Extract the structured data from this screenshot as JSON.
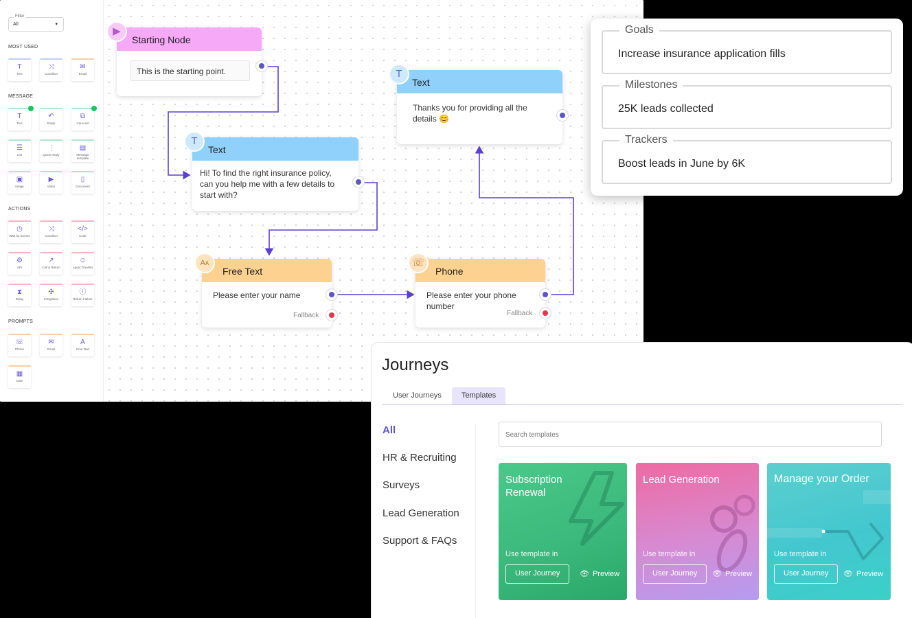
{
  "sidebar": {
    "filter": {
      "label": "Filter",
      "value": "All"
    },
    "sections": {
      "most_used": "MOST USED",
      "message": "MESSAGE",
      "actions": "ACTIONS",
      "prompts": "PROMPTS"
    },
    "tiles": {
      "mu_text": "Text",
      "mu_condition": "Condition",
      "mu_email": "Email",
      "msg_text": "Text",
      "msg_reply": "Reply",
      "msg_carousel": "Carousel",
      "msg_list": "List",
      "msg_quick_reply": "Quick Reply",
      "msg_template": "Message template",
      "msg_image": "Image",
      "msg_video": "Video",
      "msg_document": "Document",
      "act_wait": "Wait for Events",
      "act_condition": "Condition",
      "act_code": "Code",
      "act_api": "API",
      "act_call_return": "Call & Return",
      "act_agent_transfer": "Agent Transfer",
      "act_delay": "Delay",
      "act_integration": "Integration",
      "act_return_failure": "Return Failure",
      "prm_phone": "Phone",
      "prm_email": "Email",
      "prm_free_text": "Free Text",
      "prm_date": "Date"
    },
    "icons": {
      "text": "T",
      "condition": "⤨",
      "email": "✉",
      "reply": "↶",
      "carousel": "⧉",
      "list": "☰",
      "quick_reply": "⋮",
      "template": "▤",
      "image": "▣",
      "video": "▶",
      "document": "▯",
      "wait": "◷",
      "code": "</>",
      "api": "⚙",
      "call_return": "↗",
      "agent": "☺",
      "delay": "⧗",
      "integration": "✣",
      "failure": "ⓘ",
      "phone": "☏",
      "free_text": "A",
      "date": "▦"
    }
  },
  "flow": {
    "starting_node": {
      "title": "Starting Node",
      "text": "This is the starting point."
    },
    "text_node_1": {
      "title": "Text",
      "text_lines": [
        "Hi! To find the right insurance policy,",
        "can you help me with a few details to",
        "start with?"
      ]
    },
    "free_text_node": {
      "title": "Free Text",
      "text": "Please enter your name",
      "fallback": "Fallback"
    },
    "phone_node": {
      "title": "Phone",
      "text_lines": [
        "Please enter your phone",
        "number"
      ],
      "fallback": "Fallback"
    },
    "text_node_2": {
      "title": "Text",
      "text_lines": [
        "Thanks you for providing all the",
        "details 😊"
      ]
    },
    "icons": {
      "start": "▶",
      "text": "T",
      "free_text": "Aᴀ",
      "phone": "☏"
    }
  },
  "goals_panel": {
    "goals": {
      "legend": "Goals",
      "value": "Increase insurance application fills"
    },
    "milestones": {
      "legend": "Milestones",
      "value": "25K leads collected"
    },
    "trackers": {
      "legend": "Trackers",
      "value": "Boost leads in June by 6K"
    }
  },
  "journeys": {
    "title": "Journeys",
    "tabs": [
      "User Journeys",
      "Templates"
    ],
    "active_tab": "Templates",
    "categories": [
      "All",
      "HR & Recruiting",
      "Surveys",
      "Lead Generation",
      "Support & FAQs"
    ],
    "active_category": "All",
    "search_placeholder": "Search templates",
    "cards": [
      {
        "title": "Subscription Renewal",
        "use_label": "Use template in",
        "button": "User Journey",
        "preview": "Preview",
        "color": "#3dba7e"
      },
      {
        "title": "Lead Generation",
        "use_label": "Use template in",
        "button": "User Journey",
        "preview": "Preview",
        "color": "#e070a8"
      },
      {
        "title": "Manage your Order",
        "use_label": "Use template in",
        "button": "User Journey",
        "preview": "Preview",
        "color": "#3cc4c8"
      }
    ]
  },
  "colors": {
    "accent": "#5b55c9",
    "start_header": "#f6a9f6",
    "text_header": "#8fd1fb",
    "prompt_header": "#fdd190",
    "fallback_port": "#e8334f"
  }
}
